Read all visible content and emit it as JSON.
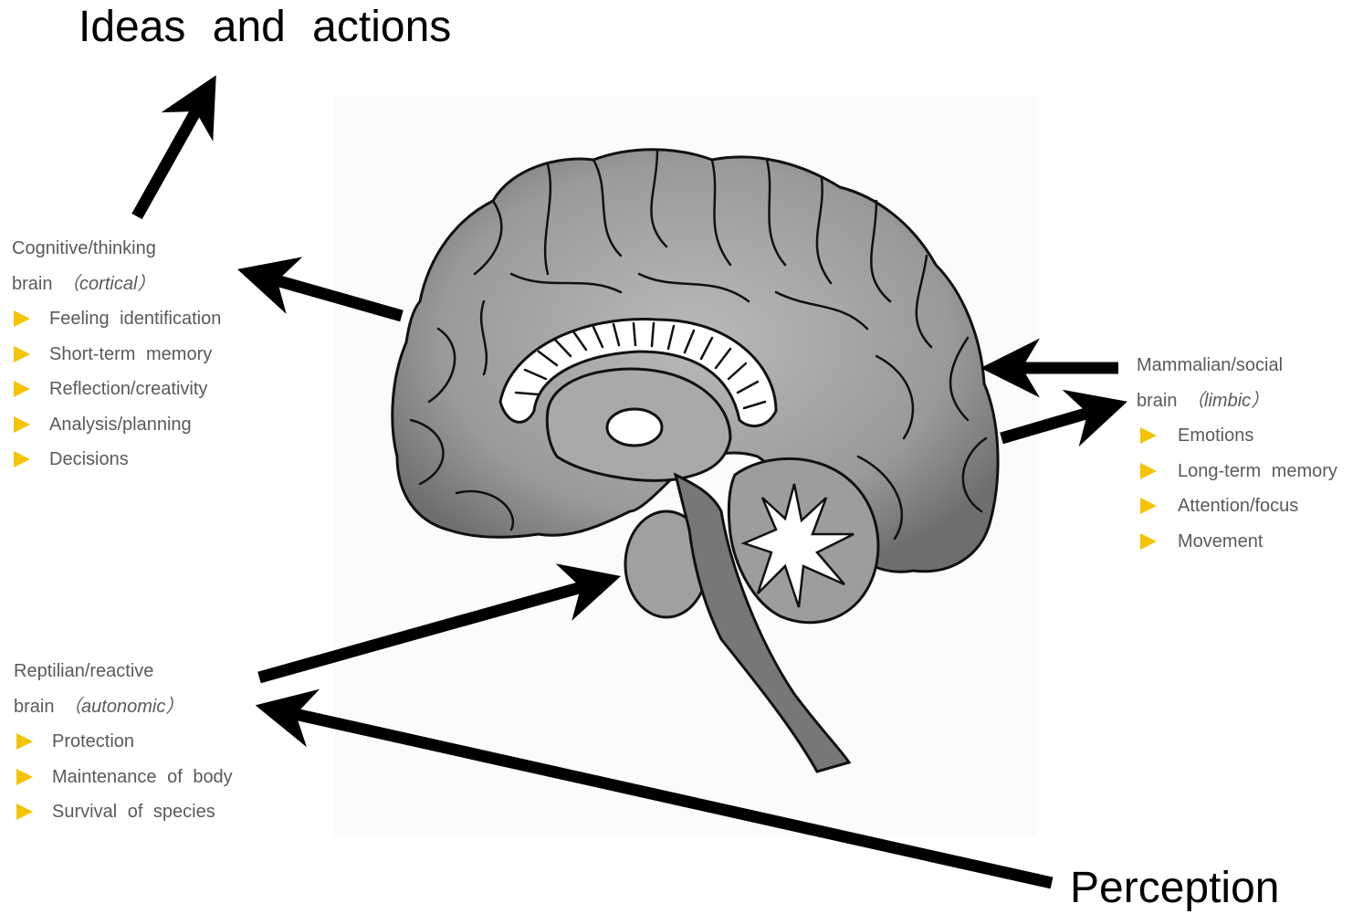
{
  "title_top": "Ideas and actions",
  "title_bottom": "Perception",
  "cortical": {
    "heading_line1": "Cognitive/thinking",
    "heading_word": "brain",
    "heading_tag": "（cortical）",
    "items": [
      "Feeling identification",
      "Short-term memory",
      "Reflection/creativity",
      "Analysis/planning",
      "Decisions"
    ]
  },
  "limbic": {
    "heading_line1": "Mammalian/social",
    "heading_word": "brain",
    "heading_tag": "（limbic）",
    "items": [
      "Emotions",
      "Long-term memory",
      "Attention/focus",
      "Movement"
    ]
  },
  "autonomic": {
    "heading_line1": "Reptilian/reactive",
    "heading_word": "brain",
    "heading_tag": "（autonomic）",
    "items": [
      "Protection",
      "Maintenance of body",
      "Survival of species"
    ]
  },
  "colors": {
    "bullet": "#f5c400",
    "label_text": "#5a5a5a",
    "arrow": "#000000",
    "brain_fill": "#9a9a9a",
    "brain_shadow": "#6e6e6e"
  },
  "icons": {
    "bullet": "yellow-triangle-bullet-icon",
    "arrow": "black-arrow-icon",
    "brain": "brain-sagittal-illustration"
  }
}
